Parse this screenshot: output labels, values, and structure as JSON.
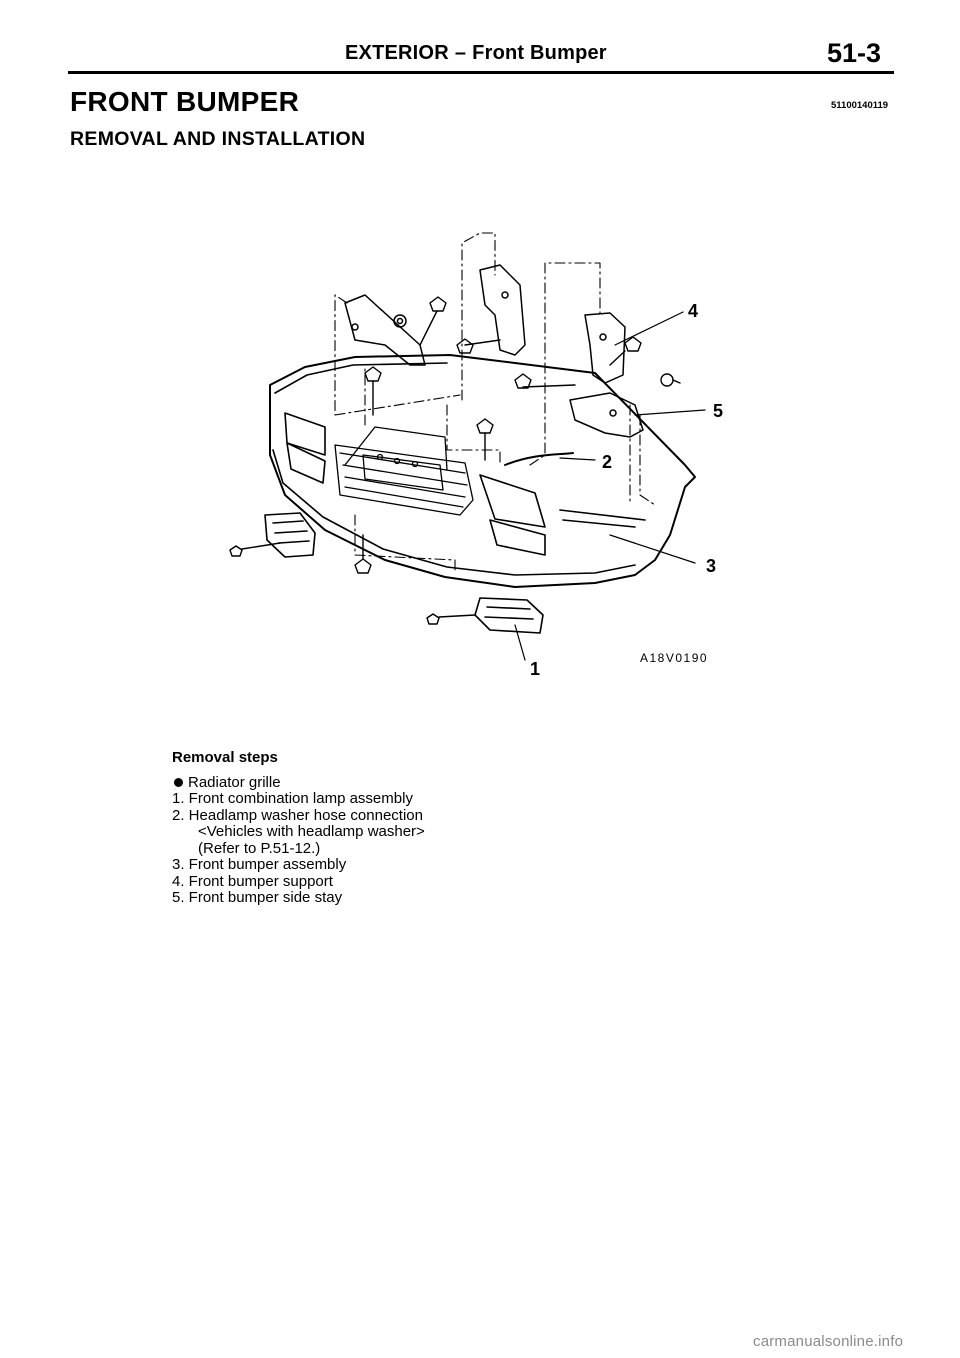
{
  "header": {
    "section": "EXTERIOR",
    "separator": "–",
    "topic": "Front Bumper",
    "page_number": "51-3"
  },
  "section": {
    "title": "FRONT BUMPER",
    "code": "51100140119"
  },
  "subsection": {
    "title": "REMOVAL AND INSTALLATION"
  },
  "figure": {
    "code": "A18V0190",
    "callouts": [
      "1",
      "2",
      "3",
      "4",
      "5"
    ]
  },
  "removal_steps": {
    "heading": "Removal steps",
    "items": [
      {
        "marker": "bullet",
        "text": "Radiator grille"
      },
      {
        "text": "1. Front combination lamp assembly"
      },
      {
        "text": "2. Headlamp washer hose connection"
      },
      {
        "text": "<Vehicles with headlamp washer>",
        "indent": true
      },
      {
        "text": "(Refer to P.51-12.)",
        "indent": true
      },
      {
        "text": "3. Front bumper assembly"
      },
      {
        "text": "4. Front bumper support"
      },
      {
        "text": "5. Front bumper side stay"
      }
    ]
  },
  "watermark": "carmanualsonline.info"
}
